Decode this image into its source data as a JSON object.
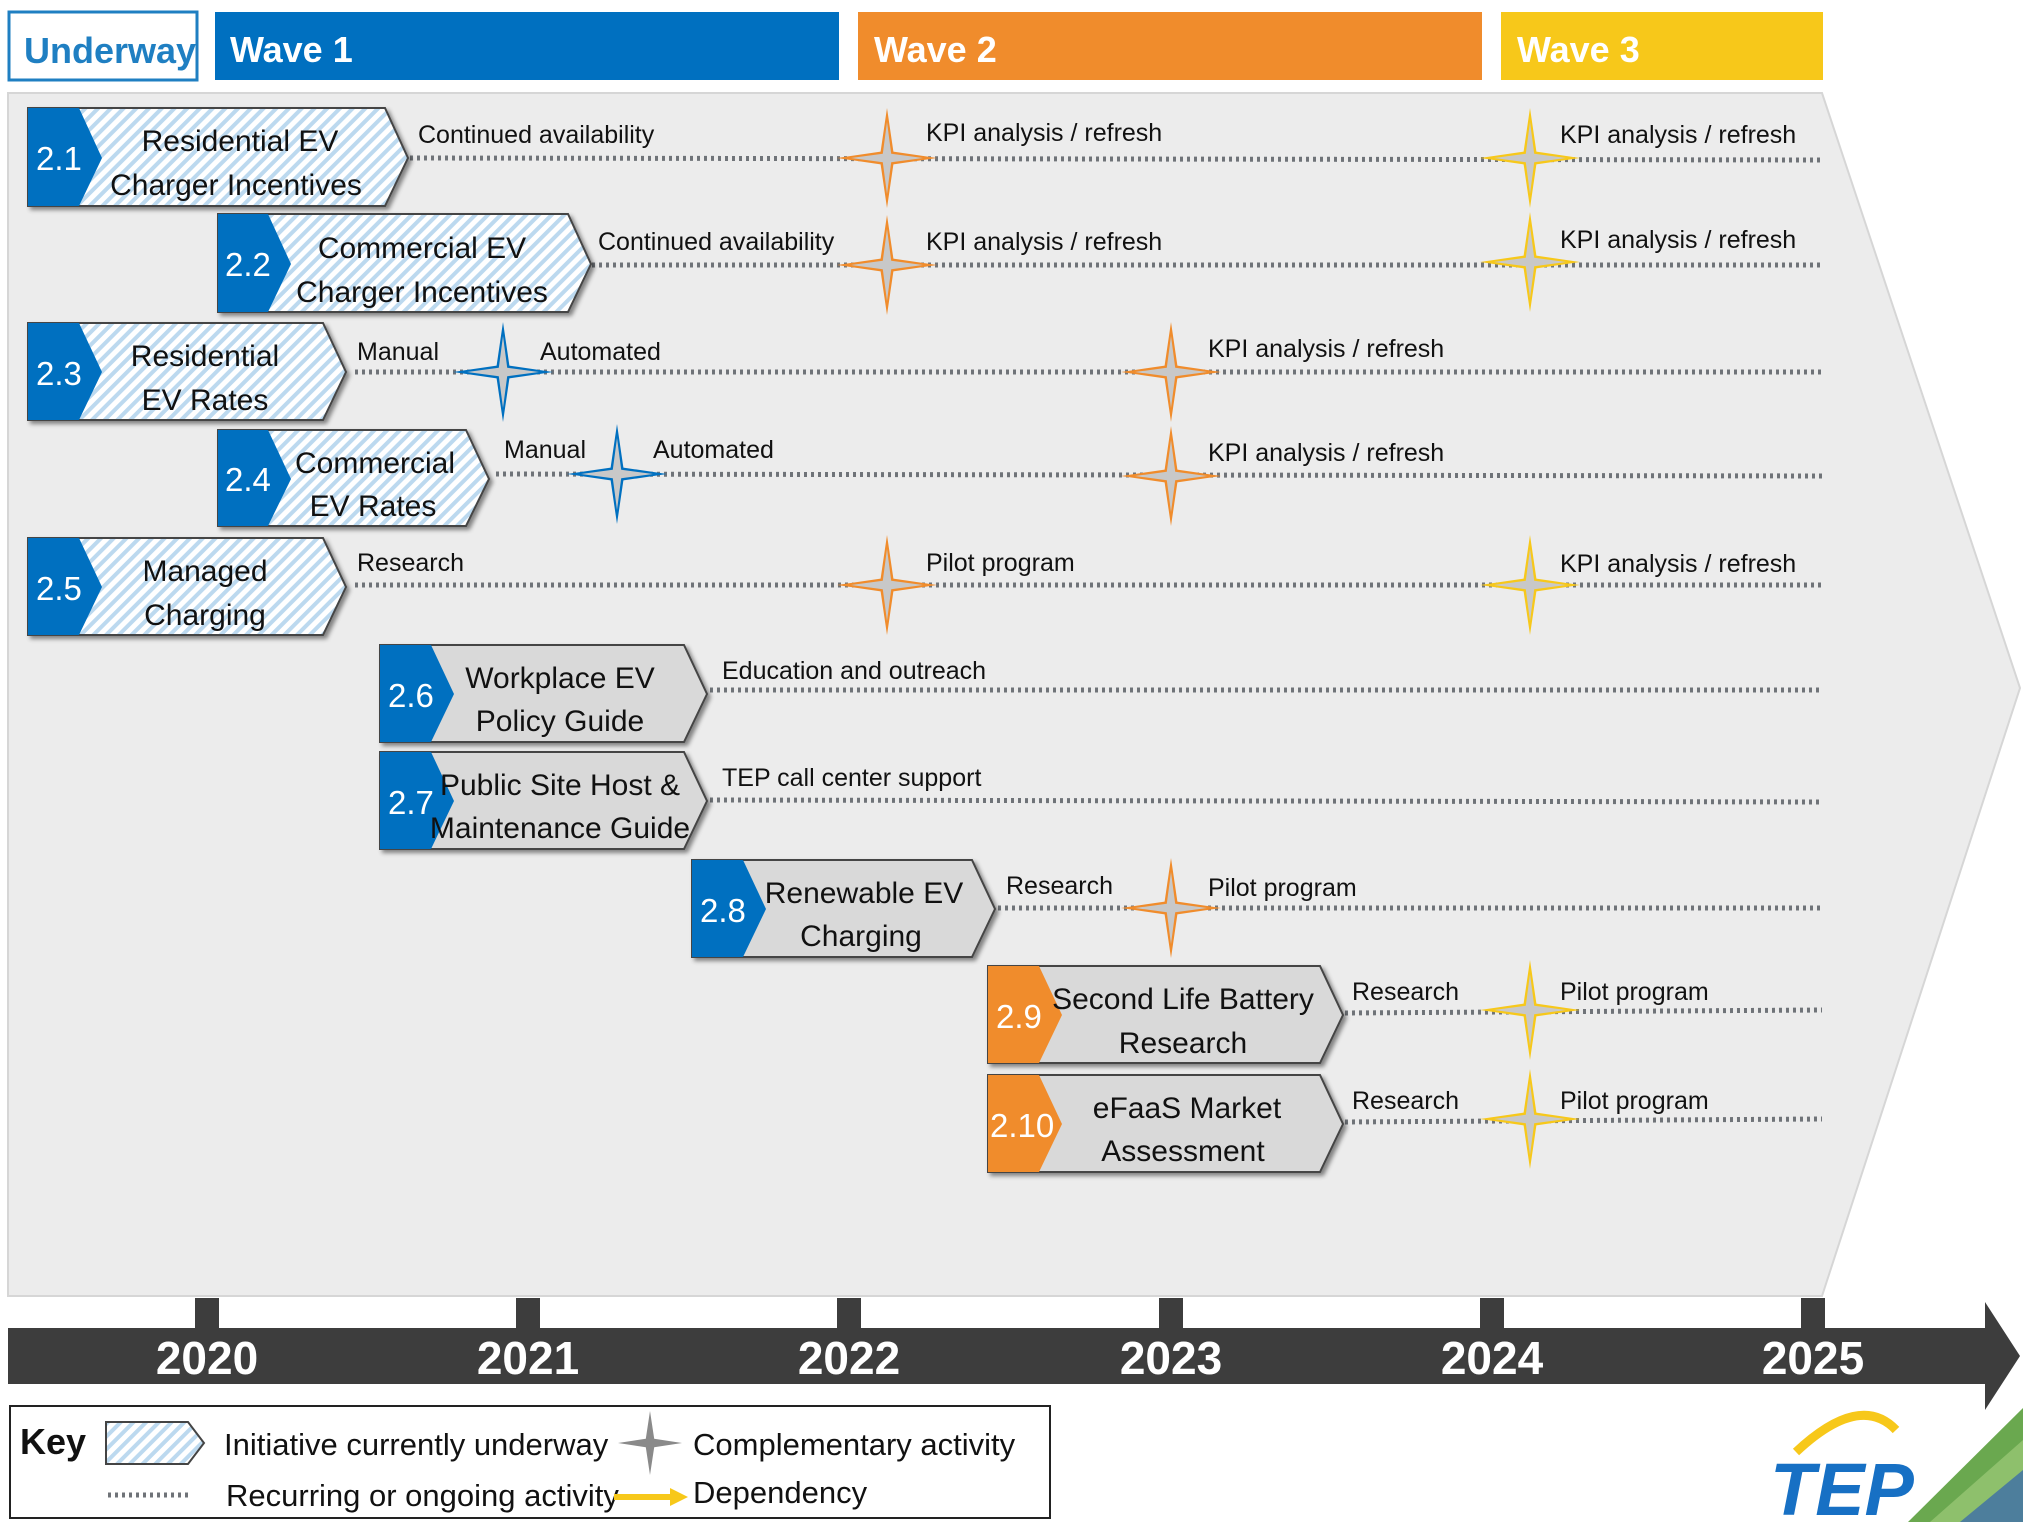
{
  "header": {
    "underway": "Underway",
    "waves": [
      "Wave 1",
      "Wave 2",
      "Wave 3"
    ]
  },
  "colors": {
    "blue": "#0070c0",
    "orange": "#f08c2c",
    "yellow": "#f7c81a",
    "gray_bg": "#ececec",
    "timeline": "#3d3d3d",
    "underway_text": "#1f7fc2",
    "hatch": "#bcd9ef"
  },
  "initiatives": [
    {
      "id": "2.1",
      "name": [
        "Residential EV",
        "Charger Incentives"
      ],
      "style": "underway",
      "activities": [
        "Continued availability",
        "KPI analysis / refresh",
        "KPI analysis / refresh"
      ]
    },
    {
      "id": "2.2",
      "name": [
        "Commercial EV",
        "Charger Incentives"
      ],
      "style": "underway",
      "activities": [
        "Continued availability",
        "KPI analysis / refresh",
        "KPI analysis / refresh"
      ]
    },
    {
      "id": "2.3",
      "name": [
        "Residential",
        "EV Rates"
      ],
      "style": "underway",
      "activities": [
        "Manual",
        "Automated",
        "KPI analysis / refresh"
      ]
    },
    {
      "id": "2.4",
      "name": [
        "Commercial",
        "EV Rates"
      ],
      "style": "underway",
      "activities": [
        "Manual",
        "Automated",
        "KPI analysis / refresh"
      ]
    },
    {
      "id": "2.5",
      "name": [
        "Managed",
        "Charging"
      ],
      "style": "underway",
      "activities": [
        "Research",
        "Pilot program",
        "KPI analysis / refresh"
      ]
    },
    {
      "id": "2.6",
      "name": [
        "Workplace EV",
        "Policy Guide"
      ],
      "style": "wave1",
      "activities": [
        "Education and outreach"
      ]
    },
    {
      "id": "2.7",
      "name": [
        "Public Site Host &",
        "Maintenance Guide"
      ],
      "style": "wave1",
      "activities": [
        "TEP call center support"
      ]
    },
    {
      "id": "2.8",
      "name": [
        "Renewable EV",
        "Charging"
      ],
      "style": "wave1",
      "activities": [
        "Research",
        "Pilot program"
      ]
    },
    {
      "id": "2.9",
      "name": [
        "Second Life Battery",
        "Research"
      ],
      "style": "wave2",
      "activities": [
        "Research",
        "Pilot program"
      ]
    },
    {
      "id": "2.10",
      "name": [
        "eFaaS Market",
        "Assessment"
      ],
      "style": "wave2",
      "activities": [
        "Research",
        "Pilot program"
      ]
    }
  ],
  "stars": [
    {
      "row": 0,
      "color": "orange"
    },
    {
      "row": 0,
      "color": "yellow"
    },
    {
      "row": 1,
      "color": "orange"
    },
    {
      "row": 1,
      "color": "yellow"
    },
    {
      "row": 2,
      "color": "blue"
    },
    {
      "row": 2,
      "color": "orange"
    },
    {
      "row": 3,
      "color": "blue"
    },
    {
      "row": 3,
      "color": "orange"
    },
    {
      "row": 4,
      "color": "orange"
    },
    {
      "row": 4,
      "color": "yellow"
    },
    {
      "row": 7,
      "color": "orange"
    },
    {
      "row": 8,
      "color": "yellow"
    },
    {
      "row": 9,
      "color": "yellow"
    }
  ],
  "timeline": {
    "years": [
      "2020",
      "2021",
      "2022",
      "2023",
      "2024",
      "2025"
    ]
  },
  "key": {
    "title": "Key",
    "underway": "Initiative currently underway",
    "recurring": "Recurring or ongoing activity",
    "complementary": "Complementary activity",
    "dependency": "Dependency"
  },
  "logo": {
    "text": "TEP"
  }
}
